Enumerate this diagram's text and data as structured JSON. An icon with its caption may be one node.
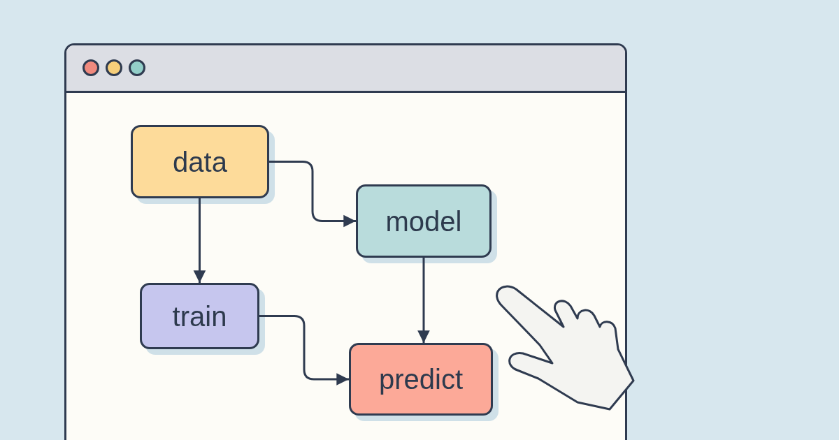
{
  "diagram": {
    "nodes": [
      {
        "text": [
          "data"
        ]
      },
      {
        "text": [
          "model"
        ]
      },
      {
        "text": [
          "train"
        ]
      },
      {
        "text": [
          "predict"
        ]
      }
    ],
    "edges": [
      {
        "from": 0,
        "to": 1,
        "arrow": "to"
      },
      {
        "from": 0,
        "to": 2,
        "arrow": "to"
      },
      {
        "from": 1,
        "to": 3,
        "arrow": "to"
      },
      {
        "from": 2,
        "to": 3,
        "arrow": "to"
      }
    ]
  }
}
